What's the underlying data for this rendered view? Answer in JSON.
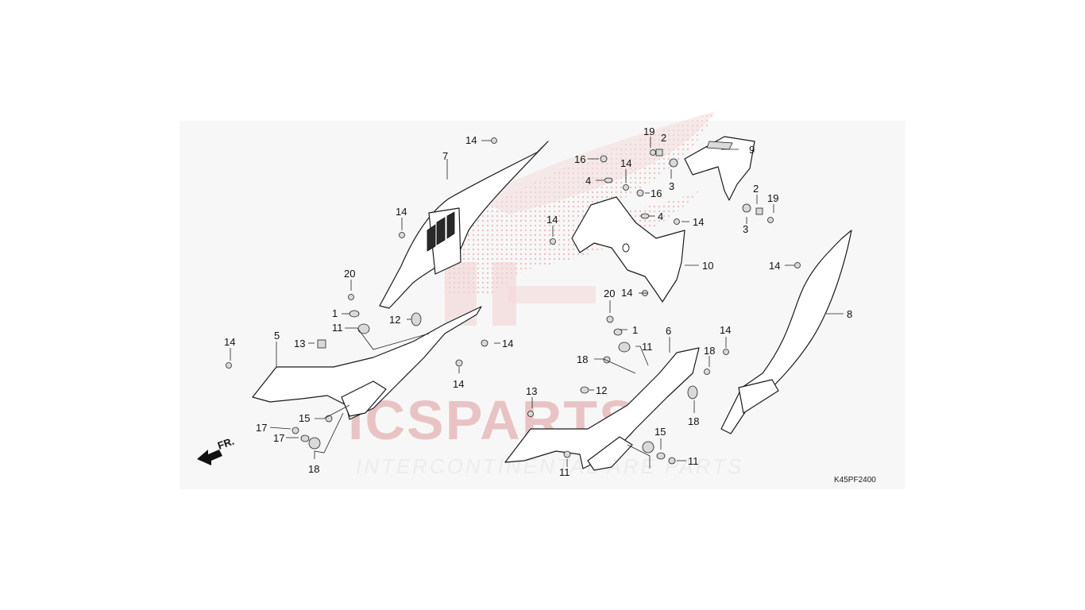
{
  "diagram_code": "K45PF2400",
  "direction_label": "FR.",
  "watermark": {
    "brand": "ICSPARTS",
    "tagline": "INTERCONTINENTAL   ARE PARTS"
  },
  "callouts": [
    {
      "id": "c14a",
      "label": "14"
    },
    {
      "id": "c7",
      "label": "7"
    },
    {
      "id": "c19a",
      "label": "19"
    },
    {
      "id": "c2a",
      "label": "2"
    },
    {
      "id": "c9",
      "label": "9"
    },
    {
      "id": "c16a",
      "label": "16"
    },
    {
      "id": "c14b",
      "label": "14"
    },
    {
      "id": "c4a",
      "label": "4"
    },
    {
      "id": "c3a",
      "label": "3"
    },
    {
      "id": "c16b",
      "label": "16"
    },
    {
      "id": "c2b",
      "label": "2"
    },
    {
      "id": "c19b",
      "label": "19"
    },
    {
      "id": "c14c",
      "label": "14"
    },
    {
      "id": "c4b",
      "label": "4"
    },
    {
      "id": "c14d",
      "label": "14"
    },
    {
      "id": "c3b",
      "label": "3"
    },
    {
      "id": "c14e",
      "label": "14"
    },
    {
      "id": "c14f",
      "label": "14"
    },
    {
      "id": "c10",
      "label": "10"
    },
    {
      "id": "c20a",
      "label": "20"
    },
    {
      "id": "c20b",
      "label": "20"
    },
    {
      "id": "c14g",
      "label": "14"
    },
    {
      "id": "c1a",
      "label": "1"
    },
    {
      "id": "c12a",
      "label": "12"
    },
    {
      "id": "c11a",
      "label": "11"
    },
    {
      "id": "c8",
      "label": "8"
    },
    {
      "id": "c1b",
      "label": "1"
    },
    {
      "id": "c14h",
      "label": "14"
    },
    {
      "id": "c14i",
      "label": "14"
    },
    {
      "id": "c5",
      "label": "5"
    },
    {
      "id": "c6",
      "label": "6"
    },
    {
      "id": "c13a",
      "label": "13"
    },
    {
      "id": "c11b",
      "label": "11"
    },
    {
      "id": "c14j",
      "label": "14"
    },
    {
      "id": "c18a",
      "label": "18"
    },
    {
      "id": "c18b",
      "label": "18"
    },
    {
      "id": "c14k",
      "label": "14"
    },
    {
      "id": "c13b",
      "label": "13"
    },
    {
      "id": "c12b",
      "label": "12"
    },
    {
      "id": "c18c",
      "label": "18"
    },
    {
      "id": "c15a",
      "label": "15"
    },
    {
      "id": "c17a",
      "label": "17"
    },
    {
      "id": "c17b",
      "label": "17"
    },
    {
      "id": "c15b",
      "label": "15"
    },
    {
      "id": "c11c",
      "label": "11"
    },
    {
      "id": "c18d",
      "label": "18"
    },
    {
      "id": "c11d",
      "label": "11"
    }
  ]
}
